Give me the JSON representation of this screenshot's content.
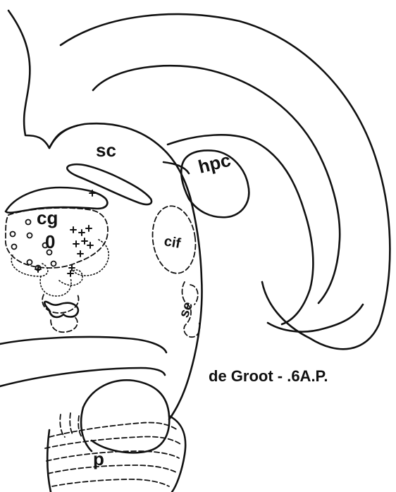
{
  "labels": {
    "sc": "sc",
    "hpc": "hpc",
    "cg": "cg",
    "cif": "cif",
    "se": "se",
    "p": "p",
    "zero": "0"
  },
  "caption": "de Groot - .6A.P.",
  "colors": {
    "ink": "#111111",
    "background": "#ffffff"
  },
  "markers": {
    "open_circles": 9,
    "plus_signs": 11
  }
}
